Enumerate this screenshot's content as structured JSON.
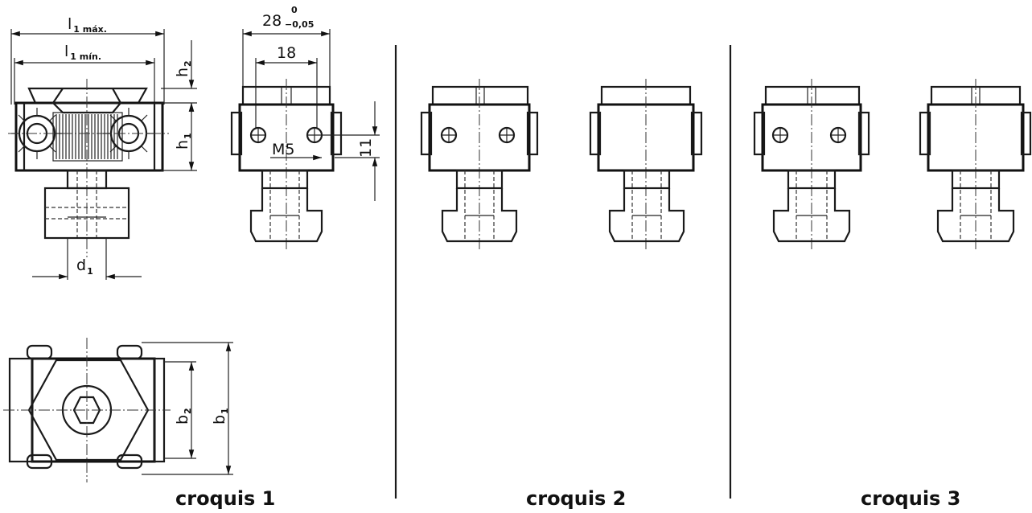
{
  "captions": {
    "sketch1": "croquis 1",
    "sketch2": "croquis 2",
    "sketch3": "croquis 3"
  },
  "dims": {
    "l1max_main": "l",
    "l1max_sub": "1 máx.",
    "l1min_main": "l",
    "l1min_sub": "1 mín.",
    "h2_main": "h",
    "h2_sub": "2",
    "h1_main": "h",
    "h1_sub": "1",
    "d1_main": "d",
    "d1_sub": "1",
    "width28": "28",
    "tol_upper": "0",
    "tol_lower": "−0,05",
    "width18": "18",
    "thread": "M5",
    "height11": "11",
    "b2_main": "b",
    "b2_sub": "2",
    "b1_main": "b",
    "b1_sub": "1"
  }
}
